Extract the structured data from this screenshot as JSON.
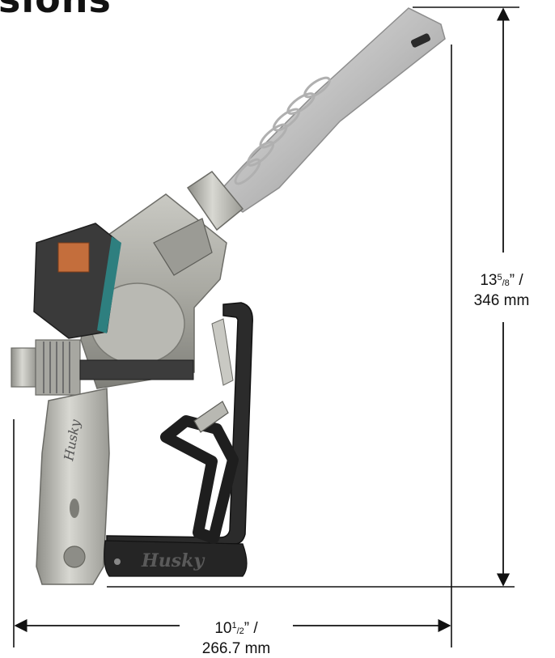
{
  "title_fragment": "sions",
  "dimensions": {
    "height": {
      "whole": "13",
      "num": "5",
      "den": "8",
      "unit_in": "” /",
      "metric": "346 mm"
    },
    "width": {
      "whole": "10",
      "num": "1",
      "den": "2",
      "unit_in": "” /",
      "metric": "266.7 mm"
    }
  },
  "branding": {
    "grip_mark": "Husky",
    "guard_mark": "Husky"
  }
}
